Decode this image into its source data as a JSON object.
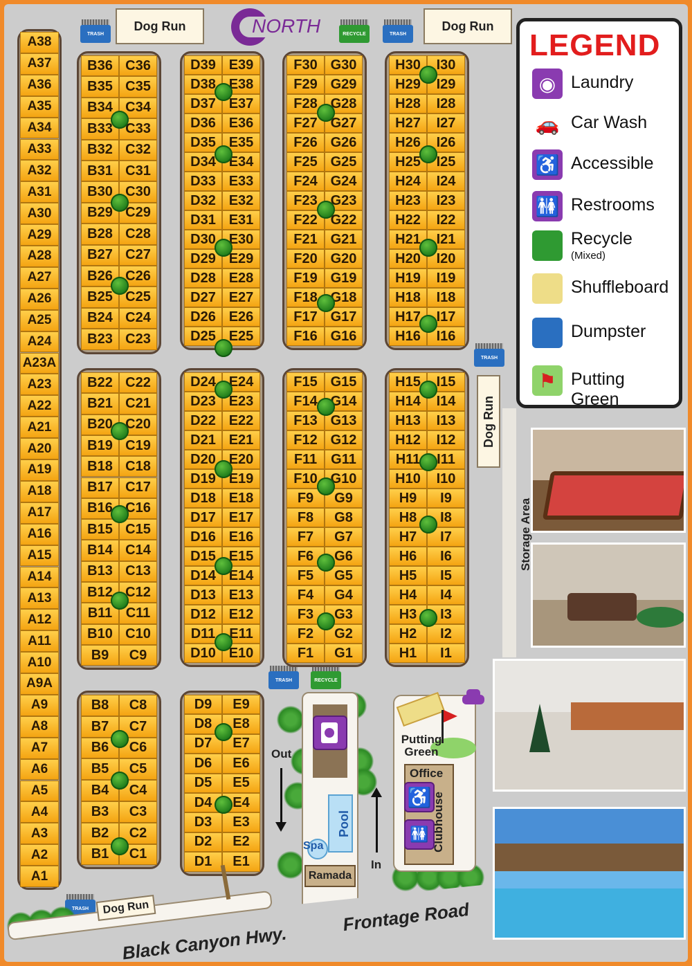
{
  "north_label": "NORTH",
  "dog_run_label": "Dog Run",
  "storage_label": "Storage Area",
  "legend": {
    "title": "LEGEND",
    "items": [
      {
        "label": "Laundry",
        "sub": "",
        "icon": "laundry-icon"
      },
      {
        "label": "Car Wash",
        "sub": "",
        "icon": "car-wash-icon"
      },
      {
        "label": "Accessible",
        "sub": "",
        "icon": "accessible-icon"
      },
      {
        "label": "Restrooms",
        "sub": "",
        "icon": "restrooms-icon"
      },
      {
        "label": "Recycle",
        "sub": "(Mixed)",
        "icon": "recycle-bin-icon"
      },
      {
        "label": "Shuffleboard",
        "sub": "",
        "icon": "shuffleboard-icon"
      },
      {
        "label": "Dumpster",
        "sub": "",
        "icon": "dumpster-icon"
      },
      {
        "label": "Putting Green",
        "sub": "",
        "icon": "putting-green-icon"
      }
    ]
  },
  "bin_labels": {
    "trash": "TRASH",
    "recycle": "RECYCLE"
  },
  "facilities": {
    "out": "Out",
    "in": "In",
    "pool": "Pool",
    "spa": "Spa",
    "ramada": "Ramada",
    "putting_green": "Putting Green",
    "office": "Office",
    "clubhouse": "Clubhouse"
  },
  "roads": {
    "frontage": "Frontage Road",
    "highway": "Black Canyon Hwy."
  },
  "colors": {
    "site_fill": "#f7b731",
    "legend_title": "#e21d1d",
    "border": "#f08a2a",
    "facility_purple": "#8a3bb0"
  },
  "sites": {
    "a": [
      "A38",
      "A37",
      "A36",
      "A35",
      "A34",
      "A33",
      "A32",
      "A31",
      "A30",
      "A29",
      "A28",
      "A27",
      "A26",
      "A25",
      "A24",
      "A23A",
      "A23",
      "A22",
      "A21",
      "A20",
      "A19",
      "A18",
      "A17",
      "A16",
      "A15",
      "A14",
      "A13",
      "A12",
      "A11",
      "A10",
      "A9A",
      "A9",
      "A8",
      "A7",
      "A6",
      "A5",
      "A4",
      "A3",
      "A2",
      "A1"
    ],
    "bc_top": [
      [
        "B36",
        "C36"
      ],
      [
        "B35",
        "C35"
      ],
      [
        "B34",
        "C34"
      ],
      [
        "B33",
        "C33"
      ],
      [
        "B32",
        "C32"
      ],
      [
        "B31",
        "C31"
      ],
      [
        "B30",
        "C30"
      ],
      [
        "B29",
        "C29"
      ],
      [
        "B28",
        "C28"
      ],
      [
        "B27",
        "C27"
      ],
      [
        "B26",
        "C26"
      ],
      [
        "B25",
        "C25"
      ],
      [
        "B24",
        "C24"
      ],
      [
        "B23",
        "C23"
      ]
    ],
    "bc_mid": [
      [
        "B22",
        "C22"
      ],
      [
        "B21",
        "C21"
      ],
      [
        "B20",
        "C20"
      ],
      [
        "B19",
        "C19"
      ],
      [
        "B18",
        "C18"
      ],
      [
        "B17",
        "C17"
      ],
      [
        "B16",
        "C16"
      ],
      [
        "B15",
        "C15"
      ],
      [
        "B14",
        "C14"
      ],
      [
        "B13",
        "C13"
      ],
      [
        "B12",
        "C12"
      ],
      [
        "B11",
        "C11"
      ],
      [
        "B10",
        "C10"
      ],
      [
        "B9",
        "C9"
      ]
    ],
    "bc_bot": [
      [
        "B8",
        "C8"
      ],
      [
        "B7",
        "C7"
      ],
      [
        "B6",
        "C6"
      ],
      [
        "B5",
        "C5"
      ],
      [
        "B4",
        "C4"
      ],
      [
        "B3",
        "C3"
      ],
      [
        "B2",
        "C2"
      ],
      [
        "B1",
        "C1"
      ]
    ],
    "de_top": [
      [
        "D39",
        "E39"
      ],
      [
        "D38",
        "E38"
      ],
      [
        "D37",
        "E37"
      ],
      [
        "D36",
        "E36"
      ],
      [
        "D35",
        "E35"
      ],
      [
        "D34",
        "E34"
      ],
      [
        "D33",
        "E33"
      ],
      [
        "D32",
        "E32"
      ],
      [
        "D31",
        "E31"
      ],
      [
        "D30",
        "E30"
      ],
      [
        "D29",
        "E29"
      ],
      [
        "D28",
        "E28"
      ],
      [
        "D27",
        "E27"
      ],
      [
        "D26",
        "E26"
      ],
      [
        "D25",
        "E25"
      ]
    ],
    "de_mid": [
      [
        "D24",
        "E24"
      ],
      [
        "D23",
        "E23"
      ],
      [
        "D22",
        "E22"
      ],
      [
        "D21",
        "E21"
      ],
      [
        "D20",
        "E20"
      ],
      [
        "D19",
        "E19"
      ],
      [
        "D18",
        "E18"
      ],
      [
        "D17",
        "E17"
      ],
      [
        "D16",
        "E16"
      ],
      [
        "D15",
        "E15"
      ],
      [
        "D14",
        "E14"
      ],
      [
        "D13",
        "E13"
      ],
      [
        "D12",
        "E12"
      ],
      [
        "D11",
        "E11"
      ],
      [
        "D10",
        "E10"
      ]
    ],
    "de_bot": [
      [
        "D9",
        "E9"
      ],
      [
        "D8",
        "E8"
      ],
      [
        "D7",
        "E7"
      ],
      [
        "D6",
        "E6"
      ],
      [
        "D5",
        "E5"
      ],
      [
        "D4",
        "E4"
      ],
      [
        "D3",
        "E3"
      ],
      [
        "D2",
        "E2"
      ],
      [
        "D1",
        "E1"
      ]
    ],
    "fg_top": [
      [
        "F30",
        "G30"
      ],
      [
        "F29",
        "G29"
      ],
      [
        "F28",
        "G28"
      ],
      [
        "F27",
        "G27"
      ],
      [
        "F26",
        "G26"
      ],
      [
        "F25",
        "G25"
      ],
      [
        "F24",
        "G24"
      ],
      [
        "F23",
        "G23"
      ],
      [
        "F22",
        "G22"
      ],
      [
        "F21",
        "G21"
      ],
      [
        "F20",
        "G20"
      ],
      [
        "F19",
        "G19"
      ],
      [
        "F18",
        "G18"
      ],
      [
        "F17",
        "G17"
      ],
      [
        "F16",
        "G16"
      ]
    ],
    "fg_mid": [
      [
        "F15",
        "G15"
      ],
      [
        "F14",
        "G14"
      ],
      [
        "F13",
        "G13"
      ],
      [
        "F12",
        "G12"
      ],
      [
        "F11",
        "G11"
      ],
      [
        "F10",
        "G10"
      ],
      [
        "F9",
        "G9"
      ],
      [
        "F8",
        "G8"
      ],
      [
        "F7",
        "G7"
      ],
      [
        "F6",
        "G6"
      ],
      [
        "F5",
        "G5"
      ],
      [
        "F4",
        "G4"
      ],
      [
        "F3",
        "G3"
      ],
      [
        "F2",
        "G2"
      ],
      [
        "F1",
        "G1"
      ]
    ],
    "hi_top": [
      [
        "H30",
        "I30"
      ],
      [
        "H29",
        "I29"
      ],
      [
        "H28",
        "I28"
      ],
      [
        "H27",
        "I27"
      ],
      [
        "H26",
        "I26"
      ],
      [
        "H25",
        "I25"
      ],
      [
        "H24",
        "I24"
      ],
      [
        "H23",
        "I23"
      ],
      [
        "H22",
        "I22"
      ],
      [
        "H21",
        "I21"
      ],
      [
        "H20",
        "I20"
      ],
      [
        "H19",
        "I19"
      ],
      [
        "H18",
        "I18"
      ],
      [
        "H17",
        "I17"
      ],
      [
        "H16",
        "I16"
      ]
    ],
    "hi_mid": [
      [
        "H15",
        "I15"
      ],
      [
        "H14",
        "I14"
      ],
      [
        "H13",
        "I13"
      ],
      [
        "H12",
        "I12"
      ],
      [
        "H11",
        "I11"
      ],
      [
        "H10",
        "I10"
      ],
      [
        "H9",
        "I9"
      ],
      [
        "H8",
        "I8"
      ],
      [
        "H7",
        "I7"
      ],
      [
        "H6",
        "I6"
      ],
      [
        "H5",
        "I5"
      ],
      [
        "H4",
        "I4"
      ],
      [
        "H3",
        "I3"
      ],
      [
        "H2",
        "I2"
      ],
      [
        "H1",
        "I1"
      ]
    ]
  }
}
